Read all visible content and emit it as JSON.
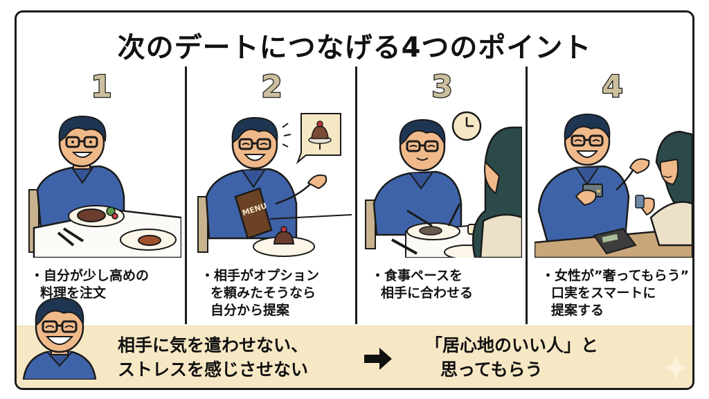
{
  "title": "次のデートにつなげる4つのポイント",
  "panels": [
    {
      "number": "1",
      "scene": "man-ordering-steak",
      "caption_lines": [
        "・自分が少し高めの",
        "料理を注文"
      ]
    },
    {
      "number": "2",
      "scene": "man-suggesting-dessert-option",
      "menu_label": "MENU",
      "caption_lines": [
        "・相手がオプション",
        "を頼みたそうなら",
        "自分から提案"
      ]
    },
    {
      "number": "3",
      "scene": "man-matching-meal-pace",
      "caption_lines": [
        "・食事ペースを",
        "相手に合わせる"
      ]
    },
    {
      "number": "4",
      "scene": "man-paying-with-card",
      "caption_lines": [
        "・女性が”奢ってもらう”",
        "口実をスマートに",
        "提案する"
      ]
    }
  ],
  "banner": {
    "left_lines": [
      "相手に気を遣わせない、",
      "ストレスを感じさせない"
    ],
    "arrow": "right-arrow",
    "right_lines": [
      "「居心地のいい人」と",
      "思ってもらう"
    ]
  },
  "colors": {
    "number_fill": "#cbbf9e",
    "banner_bg": "#f7e8c5",
    "shirt": "#3f63a8",
    "hair": "#1f3653",
    "skin": "#f0b98a",
    "outline": "#1a1a1a"
  }
}
